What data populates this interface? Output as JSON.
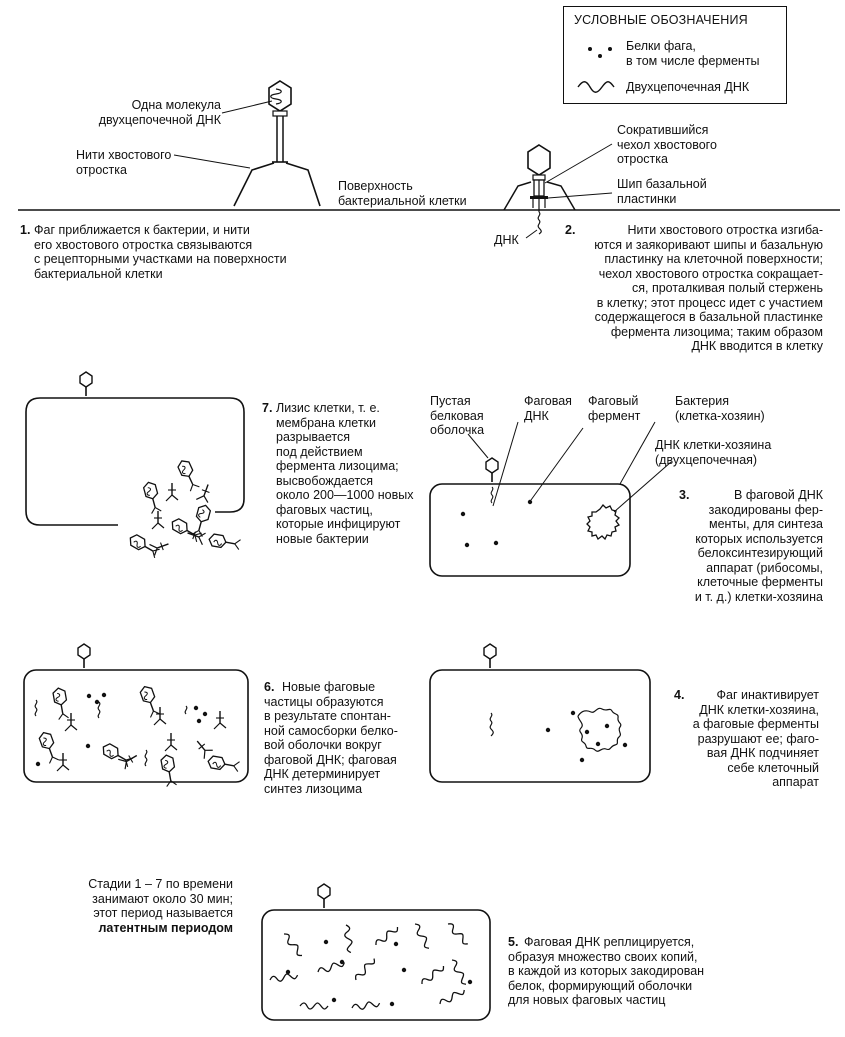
{
  "legend": {
    "title": "УСЛОВНЫЕ ОБОЗНАЧЕНИЯ",
    "items": [
      {
        "icon": "dots-icon",
        "label": "Белки фага,\nв том числе ферменты"
      },
      {
        "icon": "wavy-line-icon",
        "label": "Двухцепочечная ДНК"
      }
    ]
  },
  "stage1": {
    "labels": {
      "dna_molecule": "Одна молекула\nдвухцепочечной ДНК",
      "tail_fibers": "Нити хвостового\nотростка",
      "cell_surface": "Поверхность\nбактериальной клетки"
    },
    "number": "1.",
    "description": "Фаг приближается к бактерии, и нити\nего хвостового отростка связываются\nс рецепторными участками на поверхности\nбактериальной клетки"
  },
  "stage2": {
    "labels": {
      "contracted_sheath": "Сократившийся\nчехол хвостового\nотростка",
      "baseplate_spike": "Шип базальной\nпластинки",
      "dna": "ДНК"
    },
    "number": "2.",
    "description": "Нити хвостового отростка изгиба-\nются и заякоривают шипы и базальную\nпластинку на клеточной поверхности;\nчехол хвостового отростка сокращает-\nся, проталкивая полый стержень\nв клетку; этот процесс идет с участием\nсодержащегося в базальной пластинке\nфермента лизоцима; таким образом\nДНК вводится в клетку"
  },
  "stage3": {
    "labels": {
      "empty_coat": "Пустая\nбелковая\nоболочка",
      "phage_dna": "Фаговая\nДНК",
      "phage_enzyme": "Фаговый\nфермент",
      "bacterium": "Бактерия\n(клетка-хозяин)",
      "host_dna": "ДНК клетки-хозяина\n(двухцепочечная)"
    },
    "number": "3.",
    "description": "В фаговой ДНК\nзакодированы фер-\nменты, для синтеза\nкоторых используется\nбелоксинтезирующий\nаппарат (рибосомы,\nклеточные ферменты\nи т. д.) клетки-хозяина"
  },
  "stage4": {
    "number": "4.",
    "description": "Фаг инактивирует\nДНК клетки-хозяина,\nа фаговые ферменты\nразрушают ее; фаго-\nвая ДНК подчиняет\nсебе клеточный\nаппарат"
  },
  "stage5": {
    "number": "5.",
    "description": "Фаговая ДНК реплицируется,\nобразуя множество своих копий,\nв каждой из которых закодирован\nбелок, формирующий оболочки\nдля новых фаговых частиц"
  },
  "stage6": {
    "number": "6.",
    "description": "Новые фаговые\nчастицы  образуются\nв результате спонтан-\nной самосборки белко-\nвой оболочки вокруг\nфаговой ДНК; фаговая\nДНК детерминирует\nсинтез  лизоцима"
  },
  "stage7": {
    "number": "7.",
    "description": "Лизис клетки, т. е.\nмембрана клетки\nразрывается\nпод действием\nфермента лизоцима;\nвысвобождается\nоколо 200—1000 новых\nфаговых частиц,\nкоторые инфицируют\nновые бактерии"
  },
  "latent_note": {
    "text": "Стадии 1 – 7 по времени\nзанимают около 30 мин;\nэтот период называется",
    "bold": "латентным периодом"
  }
}
